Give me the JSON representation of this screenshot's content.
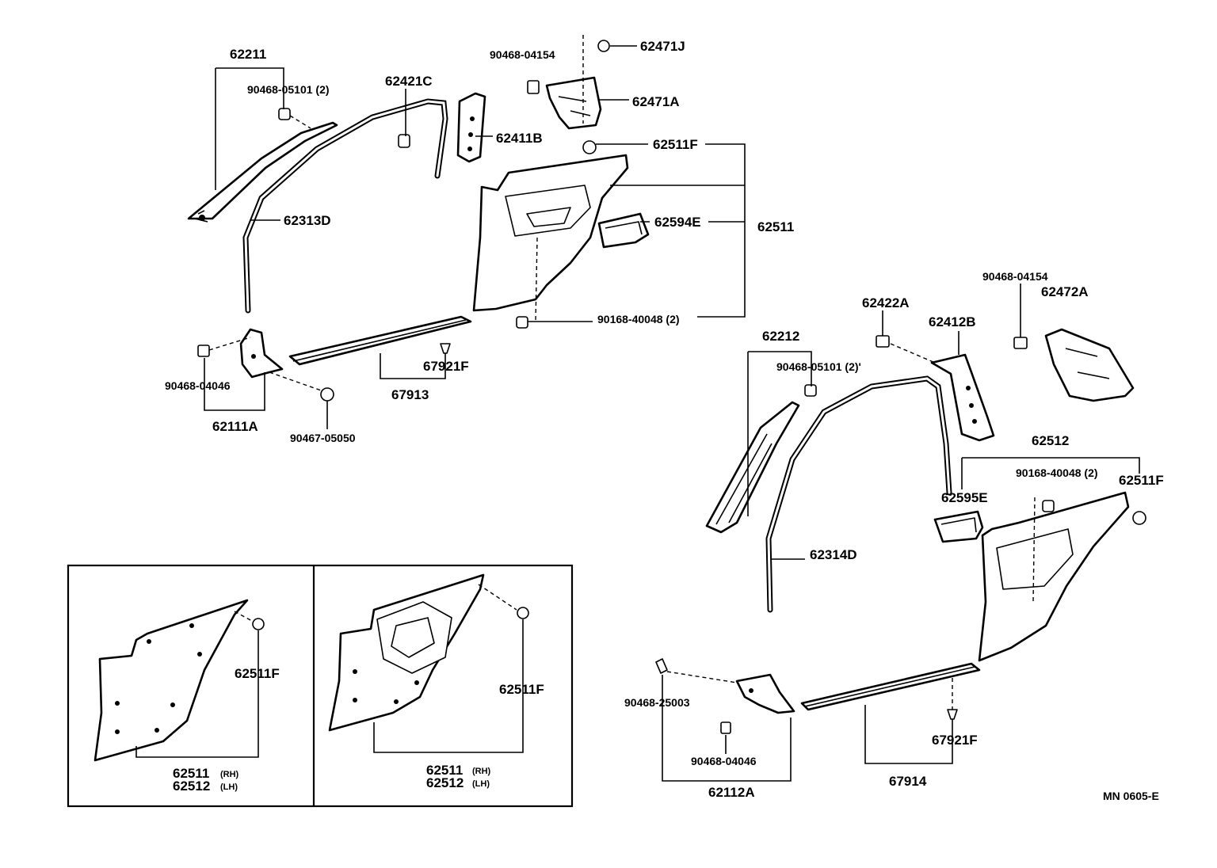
{
  "diagram_code": "MN 0605-E",
  "labels": {
    "p62211": "62211",
    "p90468_05101_a": "90468-05101 (2)",
    "p62421C": "62421C",
    "p90468_04154_a": "90468-04154",
    "p62471J": "62471J",
    "p62471A": "62471A",
    "p62411B": "62411B",
    "p62511F_a": "62511F",
    "p62313D": "62313D",
    "p62594E": "62594E",
    "p62511": "62511",
    "p90168_40048_a": "90168-40048 (2)",
    "p67921F_a": "67921F",
    "p90468_04046_a": "90468-04046",
    "p67913": "67913",
    "p62111A": "62111A",
    "p90467_05050": "90467-05050",
    "p90468_04154_b": "90468-04154",
    "p62422A": "62422A",
    "p62472A": "62472A",
    "p62412B": "62412B",
    "p62212": "62212",
    "p90468_05101_b": "90468-05101 (2)'",
    "p62512": "62512",
    "p90168_40048_b": "90168-40048 (2)",
    "p62595E": "62595E",
    "p62511F_b": "62511F",
    "p62314D": "62314D",
    "p90468_25003": "90468-25003",
    "p67921F_b": "67921F",
    "p90468_04046_b": "90468-04046",
    "p67914": "67914",
    "p62112A": "62112A",
    "inset1_62511F": "62511F",
    "inset1_62511": "62511",
    "inset1_rh": "(RH)",
    "inset1_62512": "62512",
    "inset1_lh": "(LH)",
    "inset2_62511F": "62511F",
    "inset2_62511": "62511",
    "inset2_rh": "(RH)",
    "inset2_62512": "62512",
    "inset2_lh": "(LH)"
  }
}
